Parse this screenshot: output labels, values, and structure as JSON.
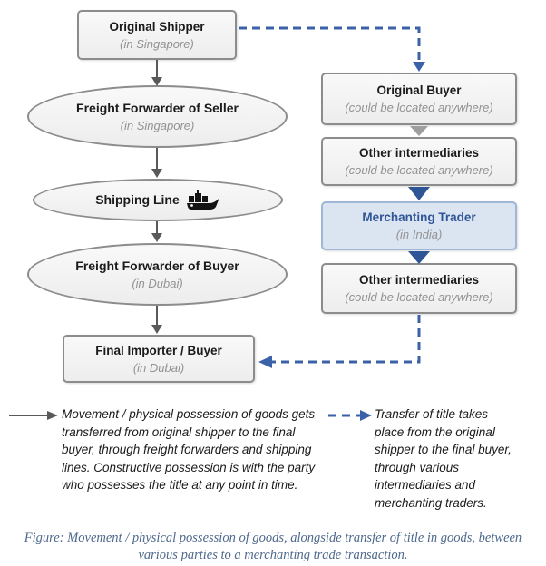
{
  "flow_left": [
    {
      "title": "Original Shipper",
      "subtitle": "(in Singapore)",
      "shape": "rect"
    },
    {
      "title": "Freight Forwarder of Seller",
      "subtitle": "(in Singapore)",
      "shape": "ellipse"
    },
    {
      "title": "Shipping Line",
      "subtitle": "",
      "shape": "ellipse",
      "icon": "ship-icon"
    },
    {
      "title": "Freight Forwarder of Buyer",
      "subtitle": "(in Dubai)",
      "shape": "ellipse"
    },
    {
      "title": "Final Importer / Buyer",
      "subtitle": "(in Dubai)",
      "shape": "rect"
    }
  ],
  "flow_right": [
    {
      "title": "Original Buyer",
      "subtitle": "(could be located anywhere)",
      "highlight": false
    },
    {
      "title": "Other intermediaries",
      "subtitle": "(could be located anywhere)",
      "highlight": false
    },
    {
      "title": "Merchanting Trader",
      "subtitle": "(in India)",
      "highlight": true
    },
    {
      "title": "Other intermediaries",
      "subtitle": "(could be located anywhere)",
      "highlight": false
    }
  ],
  "legend": {
    "physical_possession": "Movement / physical possession of goods gets transferred from original shipper to the final buyer, through freight forwarders and shipping lines. Constructive possession is with the party who possesses the title at any point in time.",
    "title_transfer": "Transfer of title takes place from the original shipper to the final buyer, through various intermediaries and merchanting traders."
  },
  "caption": "Figure: Movement / physical possession of goods, alongside transfer of title in goods, between various parties to a merchanting trade transaction.",
  "colors": {
    "accent_blue": "#3b62a9",
    "flow_gray": "#595959",
    "box_border": "#8c8c8c",
    "highlight_fill": "#dbe5f2",
    "highlight_border": "#9fb6d6",
    "highlight_text": "#2f5597",
    "subtitle_gray": "#929292",
    "caption_color": "#4d688c",
    "triangle_gray": "#9e9e9e"
  }
}
